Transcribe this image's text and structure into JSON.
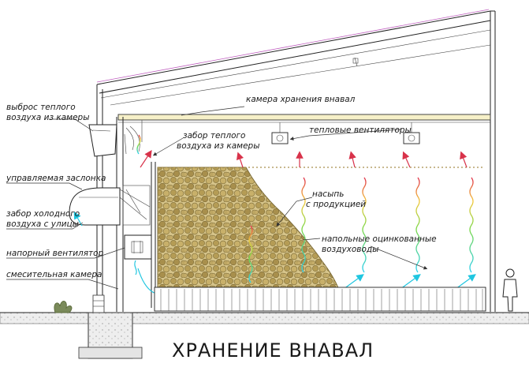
{
  "title": "ХРАНЕНИЕ ВНАВАЛ",
  "labels": {
    "warm_exhaust_l1": "выброс теплого",
    "warm_exhaust_l2": "воздуха из камеры",
    "warm_intake_l1": "забор теплого",
    "warm_intake_l2": "воздуха из камеры",
    "storage_chamber": "камера хранения внавал",
    "ceiling_fans": "тепловые вентиляторы",
    "control_damper": "управляемая заслонка",
    "cold_intake_l1": "забор холодного",
    "cold_intake_l2": "воздуха с улицы",
    "pile_l1": "насыпь",
    "pile_l2": "с продукцией",
    "pressure_fan": "напорный вентилятор",
    "floor_ducts_l1": "напольные оцинкованные",
    "floor_ducts_l2": "воздуховоды",
    "mixing_chamber": "смесительная камера"
  },
  "colors": {
    "pile": "#c9b577",
    "pile_dark": "#8a7a45",
    "arrow_red": "#d8324a",
    "arrow_cyan": "#1fc6e0",
    "roof_accent": "#c060c0",
    "ceiling_fill": "#f6f0c8"
  }
}
